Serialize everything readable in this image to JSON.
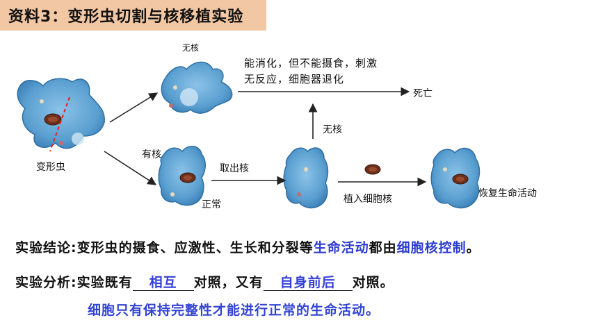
{
  "title": "资料3：变形虫切割与核移植实验",
  "labels": {
    "no_nucleus_top": "无核",
    "note_line1": "能消化，但不能摄食，刺激",
    "note_line2": "无反应，细胞器退化",
    "death": "死亡",
    "no_nucleus_mid": "无核",
    "amoeba": "变形虫",
    "with_nucleus": "有核",
    "normal": "正常",
    "take_out_nucleus": "取出核",
    "implant_nucleus": "植入细胞核",
    "restore": "恢复生命活动"
  },
  "conclusion": {
    "prefix": "实验结论:变形虫的摄食、应激性、生长和分裂等",
    "highlight1": "生命活动",
    "middle": "都由",
    "highlight2": "细胞核控制",
    "suffix": "。"
  },
  "analysis": {
    "prefix": "实验分析:实验既有",
    "blank1": "相互",
    "middle": "对照，又有",
    "blank2": "自身前后",
    "suffix": "对照。"
  },
  "final_statement": "细胞只有保持完整性才能进行正常的生命活动。",
  "colors": {
    "title_bg": "#f2c7a4",
    "cell_fill": "#5a9fd0",
    "nucleus": "#6b2f1c",
    "cut_line": "#e02020",
    "blue_text": "#2c3bd0"
  }
}
